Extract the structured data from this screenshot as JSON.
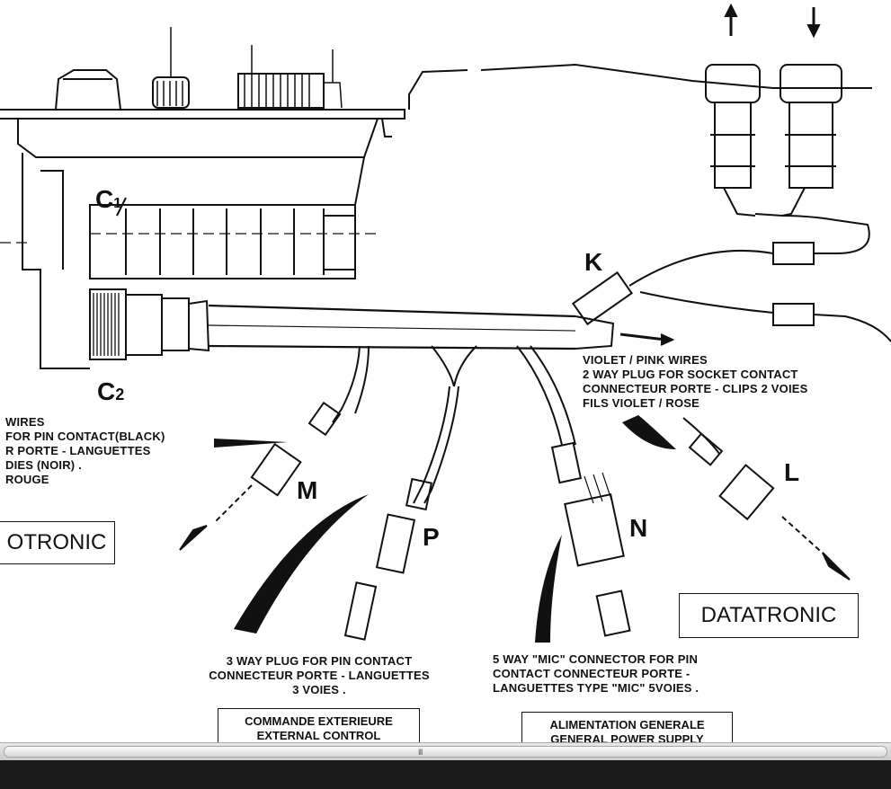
{
  "labels": {
    "c1": "C",
    "c1_sub": "1",
    "c2": "C",
    "c2_sub": "2",
    "k": "K",
    "l": "L",
    "m": "M",
    "n": "N",
    "p": "P"
  },
  "k_text": {
    "line1": "VIOLET / PINK WIRES",
    "line2": "2 WAY   PLUG FOR SOCKET  CONTACT",
    "line3": "CONNECTEUR PORTE  - CLIPS  2 VOIES",
    "line4": "FILS VIOLET / ROSE"
  },
  "m_text": {
    "line1": "WIRES",
    "line2": "FOR PIN CONTACT(BLACK)",
    "line3": "R   PORTE  - LANGUETTES",
    "line4": "DIES (NOIR) .",
    "line5": "ROUGE"
  },
  "p_text": {
    "line1": "3 WAY   PLUG FOR PIN CONTACT",
    "line2": "CONNECTEUR PORTE - LANGUETTES",
    "line3": "3 VOIES  ."
  },
  "n_text": {
    "line1": "5 WAY   \"MIC\" CONNECTOR FOR PIN",
    "line2": "CONTACT   CONNECTEUR PORTE   -",
    "line3": "LANGUETTES TYPE \"MIC\" 5VOIES ."
  },
  "boxes": {
    "left": "OTRONIC",
    "right": "DATATRONIC",
    "p_box_line1": "COMMANDE  EXTERIEURE",
    "p_box_line2": "EXTERNAL  CONTROL",
    "n_box_line1": "ALIMENTATION  GENERALE",
    "n_box_line2": "GENERAL  POWER  SUPPLY"
  },
  "scrollbar": {
    "grip": "III"
  },
  "icons": [
    "up-arrow-icon",
    "down-arrow-icon",
    "arrow-icon"
  ]
}
